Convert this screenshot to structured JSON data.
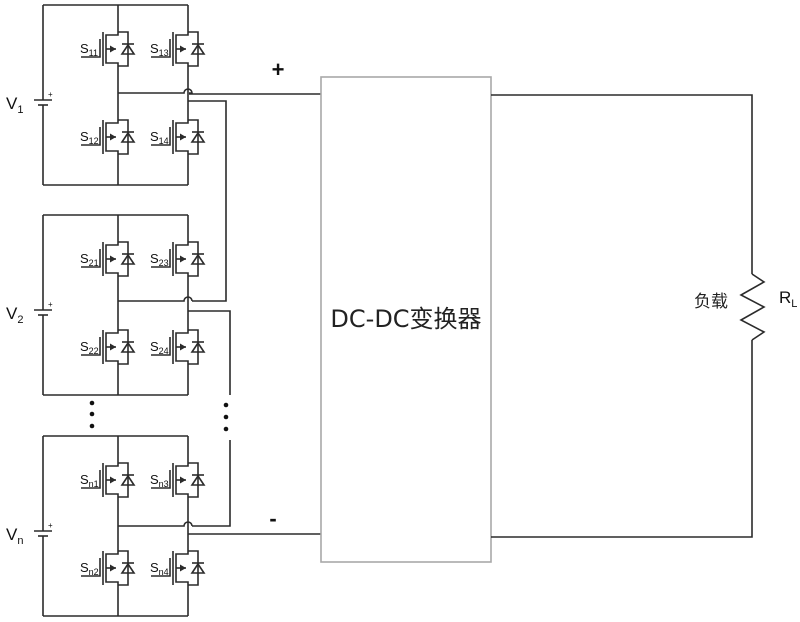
{
  "diagram": {
    "title": "Cascaded H-bridge modules feeding DC-DC converter and load",
    "modules": [
      {
        "source_label": "V",
        "source_sub": "1",
        "switches": [
          {
            "label": "S",
            "sub": "11"
          },
          {
            "label": "S",
            "sub": "13"
          },
          {
            "label": "S",
            "sub": "12"
          },
          {
            "label": "S",
            "sub": "14"
          }
        ]
      },
      {
        "source_label": "V",
        "source_sub": "2",
        "switches": [
          {
            "label": "S",
            "sub": "21"
          },
          {
            "label": "S",
            "sub": "23"
          },
          {
            "label": "S",
            "sub": "22"
          },
          {
            "label": "S",
            "sub": "24"
          }
        ]
      },
      {
        "source_label": "V",
        "source_sub": "n",
        "switches": [
          {
            "label": "S",
            "sub": "n1"
          },
          {
            "label": "S",
            "sub": "n3"
          },
          {
            "label": "S",
            "sub": "n2"
          },
          {
            "label": "S",
            "sub": "n4"
          }
        ]
      }
    ],
    "battery_polarity_mark": "+",
    "ellipsis": "⋮",
    "plus_terminal": "+",
    "minus_terminal": "-",
    "converter_label": "DC-DC变换器",
    "load": {
      "name_label": "负载",
      "resistor_label": "R",
      "resistor_sub": "L"
    }
  }
}
